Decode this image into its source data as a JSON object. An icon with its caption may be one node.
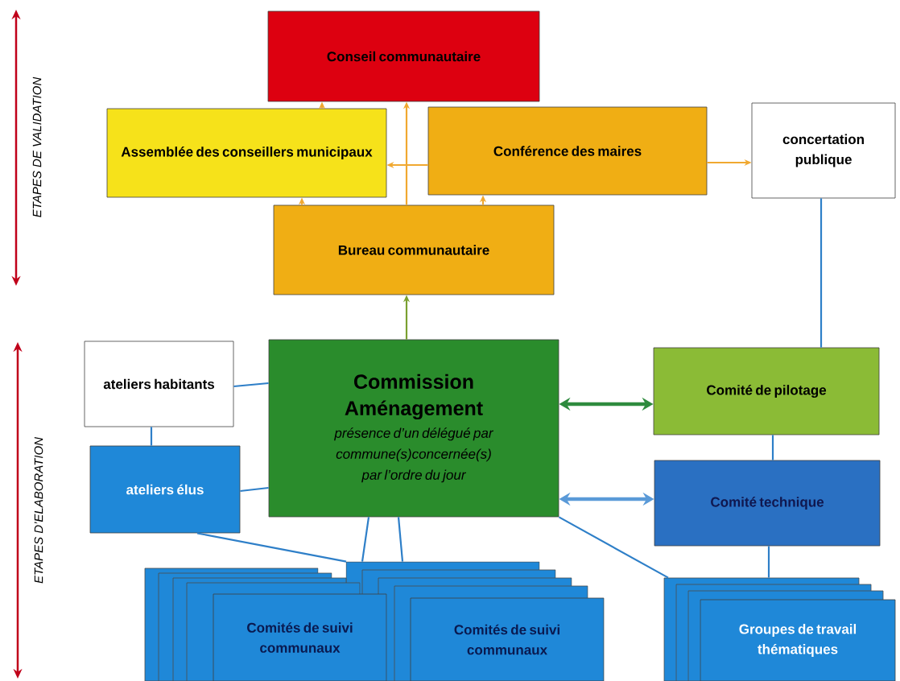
{
  "diagram": {
    "nodes": [
      {
        "text": [
          "Conseil communautaire"
        ]
      },
      {
        "text": [
          "Assemblée des conseillers municipaux"
        ]
      },
      {
        "text": [
          "Conférence des maires"
        ]
      },
      {
        "text": [
          "concertation publique"
        ]
      },
      {
        "text": [
          "Bureau communautaire"
        ]
      },
      {
        "text": [
          "Commission Aménagement",
          "présence d’un délégué par commune(s)concernée(s) par l’ordre du jour"
        ]
      },
      {
        "text": [
          "ateliers habitants"
        ]
      },
      {
        "text": [
          "ateliers élus"
        ]
      },
      {
        "text": [
          "Comité de pilotage"
        ]
      },
      {
        "text": [
          "Comité technique"
        ]
      },
      {
        "text": [
          "Comités de suivi communaux"
        ]
      },
      {
        "text": [
          "Comités de suivi communaux"
        ]
      },
      {
        "text": [
          "Groupes de travail thématiques"
        ]
      }
    ],
    "edges": [
      {
        "from": 1,
        "to": 0,
        "arrow": "to",
        "color": "#f0a830"
      },
      {
        "from": 4,
        "to": 0,
        "arrow": "to",
        "color": "#f0a830"
      },
      {
        "from": 2,
        "to": 1,
        "arrow": "to",
        "color": "#f0a830"
      },
      {
        "from": 4,
        "to": 1,
        "arrow": "to",
        "color": "#f0a830"
      },
      {
        "from": 4,
        "to": 2,
        "arrow": "to",
        "color": "#f0a830"
      },
      {
        "from": 2,
        "to": 3,
        "arrow": "to",
        "color": "#f0a830"
      },
      {
        "from": 5,
        "to": 4,
        "arrow": "to",
        "color": "#7aa030"
      },
      {
        "from": 3,
        "to": 8,
        "arrow": "none"
      },
      {
        "from": 5,
        "to": 8,
        "arrow": "both",
        "style": "thick",
        "color": "#2e8b3e"
      },
      {
        "from": 6,
        "to": 5,
        "arrow": "none"
      },
      {
        "from": 7,
        "to": 5,
        "arrow": "none"
      },
      {
        "from": 6,
        "to": 7,
        "arrow": "none"
      },
      {
        "from": 8,
        "to": 9,
        "arrow": "none"
      },
      {
        "from": 5,
        "to": 9,
        "arrow": "both",
        "style": "thick",
        "color": "#5a9ad8"
      },
      {
        "from": 7,
        "to": 11,
        "arrow": "none"
      },
      {
        "from": 5,
        "to": 11,
        "arrow": "none"
      },
      {
        "from": 5,
        "to": 11,
        "arrow": "none"
      },
      {
        "from": 5,
        "to": 12,
        "arrow": "none"
      },
      {
        "from": 9,
        "to": 12,
        "arrow": "none"
      }
    ],
    "labels": [
      "ETAPES DE VALIDATION",
      "ETAPES D’ELABORATION"
    ]
  }
}
